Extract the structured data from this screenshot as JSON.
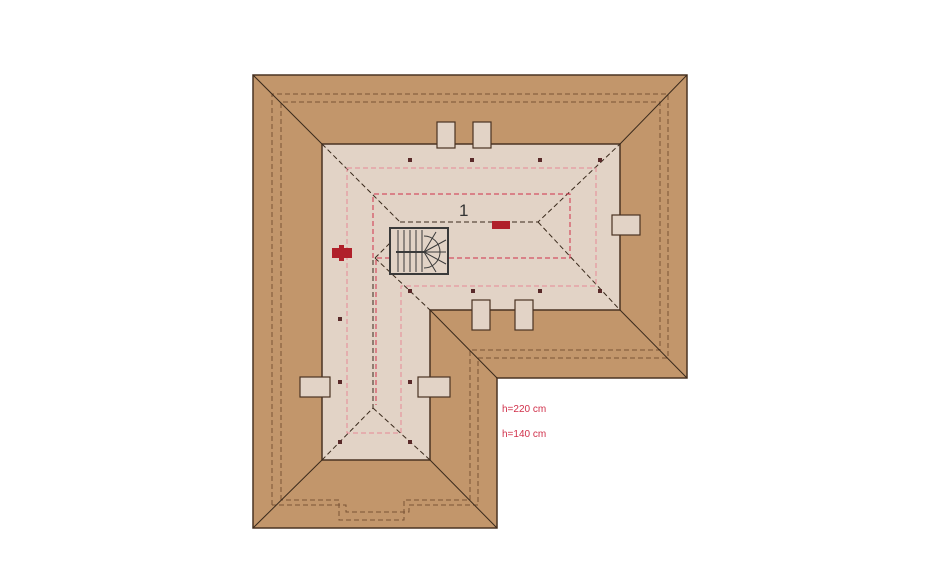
{
  "plan": {
    "room_number": "1",
    "legend": {
      "h220": "h=220 cm",
      "h140": "h=140 cm"
    }
  },
  "colors": {
    "roof": "#c2966b",
    "floor": "#e2d3c6",
    "outline": "#4a3322",
    "h220_line": "#d0304a",
    "h140_line": "#e58a95",
    "vent": "#b0202a",
    "roof_dash": "#7a5436"
  }
}
